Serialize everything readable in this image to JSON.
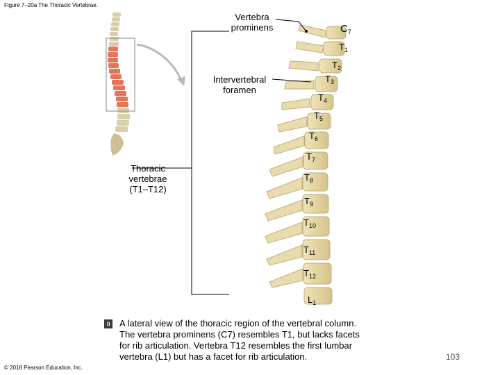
{
  "figure_title": "Figure 7–20a The Thoracic Vertebrae.",
  "labels": {
    "vertebra_prominens_1": "Vertebra",
    "vertebra_prominens_2": "prominens",
    "intervertebral_1": "Intervertebral",
    "intervertebral_2": "foramen",
    "thoracic_1": "Thoracic",
    "thoracic_2": "vertebrae",
    "thoracic_range": "(T1–T12)"
  },
  "vertebrae": [
    {
      "letter": "C",
      "sub": "7"
    },
    {
      "letter": "T",
      "sub": "1"
    },
    {
      "letter": "T",
      "sub": "2"
    },
    {
      "letter": "T",
      "sub": "3"
    },
    {
      "letter": "T",
      "sub": "4"
    },
    {
      "letter": "T",
      "sub": "5"
    },
    {
      "letter": "T",
      "sub": "6"
    },
    {
      "letter": "T",
      "sub": "7"
    },
    {
      "letter": "T",
      "sub": "8"
    },
    {
      "letter": "T",
      "sub": "9"
    },
    {
      "letter": "T",
      "sub": "10"
    },
    {
      "letter": "T",
      "sub": "11"
    },
    {
      "letter": "T",
      "sub": "12"
    },
    {
      "letter": "L",
      "sub": "1"
    }
  ],
  "caption": {
    "badge": "a",
    "line1": "A lateral view of the thoracic region of the vertebral column.",
    "line2": "The vertebra prominens (C7) resembles T1, but lacks facets",
    "line3": "for rib articulation. Vertebra T12 resembles the first lumbar",
    "line4": "vertebra (L1) but has a facet for rib articulation."
  },
  "copyright": "© 2018 Pearson Education, Inc.",
  "page_number": "103"
}
